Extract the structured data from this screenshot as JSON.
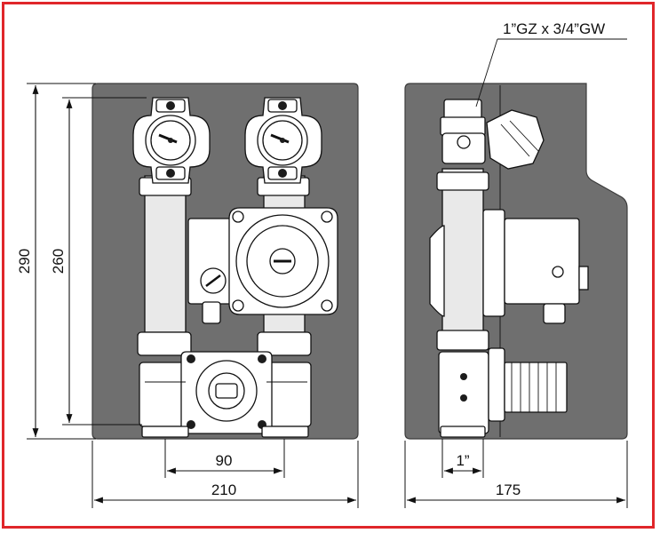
{
  "dimensions": {
    "front_width": "210",
    "pipe_spacing": "90",
    "total_height": "290",
    "connection_height": "260",
    "side_depth": "175",
    "pipe_size": "1”"
  },
  "callout": {
    "connection_label": "1”GZ x 3/4”GW"
  },
  "colors": {
    "frame_border": "#e0262a",
    "panel_fill": "#6f6f6f"
  }
}
